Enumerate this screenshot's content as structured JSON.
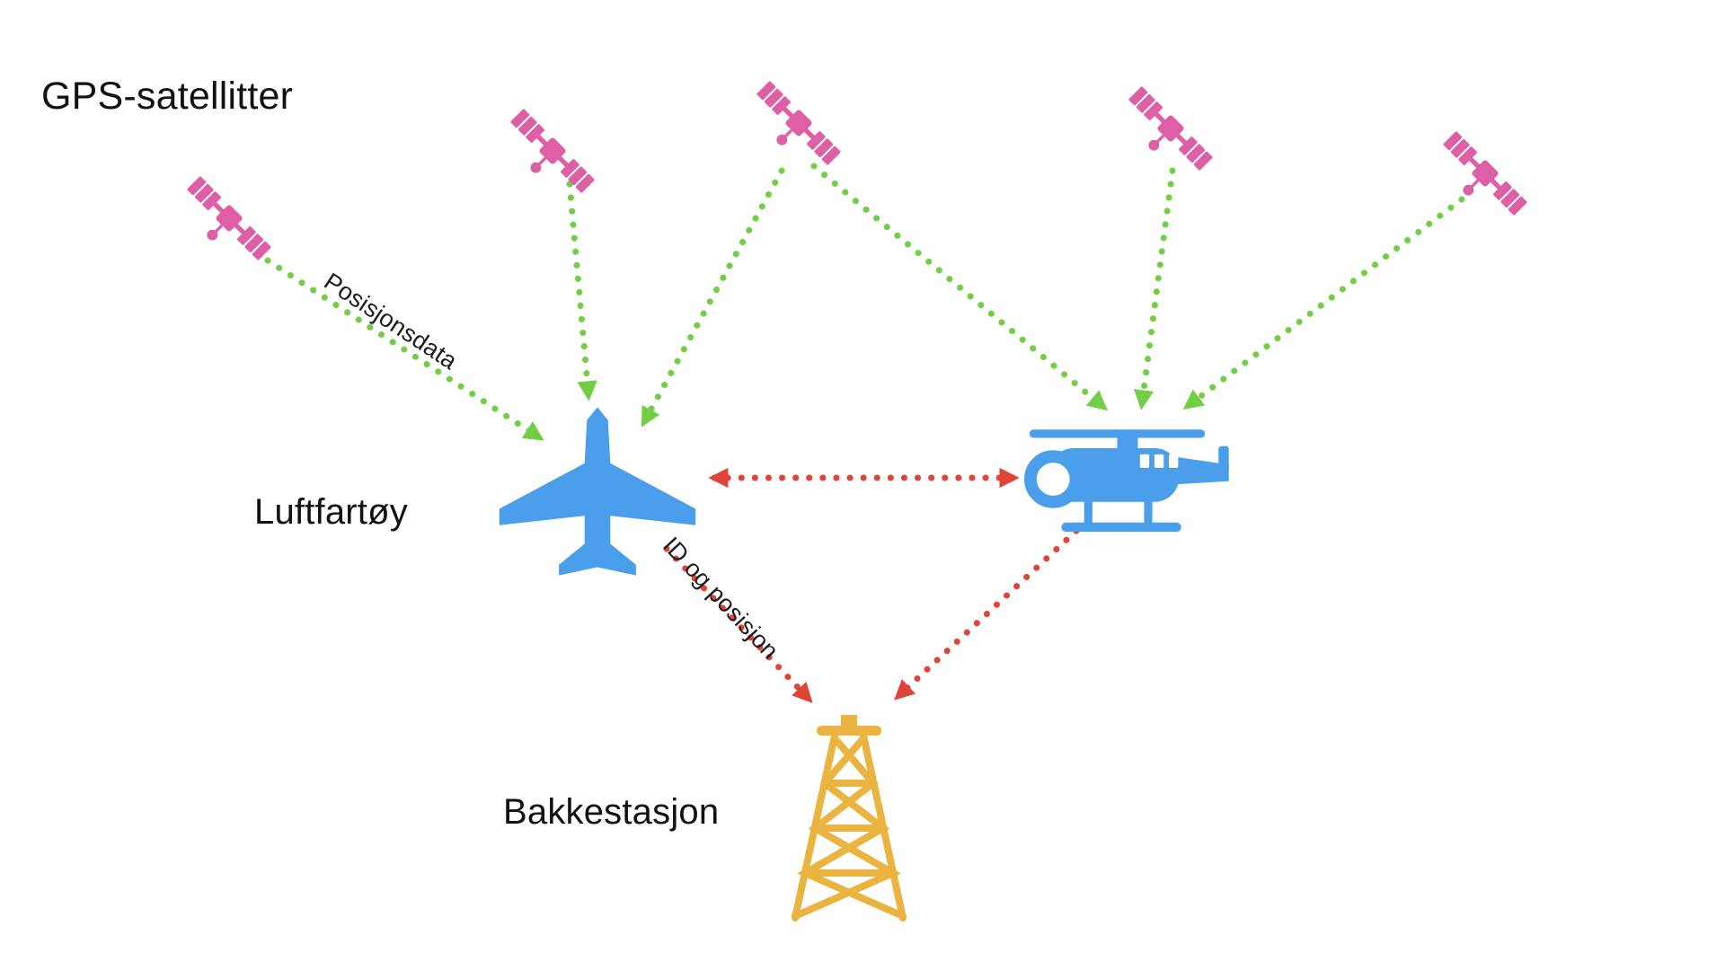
{
  "diagram": {
    "title": "GPS-satellitter",
    "labels": {
      "satellites_group": "GPS-satellitter",
      "aircraft": "Luftfartøy",
      "ground_station": "Bakkestasjon",
      "gps_signal": "Posisjonsdata",
      "adsb_signal": "ID og posisjon"
    },
    "colors": {
      "satellite": "#DE5FA6",
      "aircraft": "#4B9EEA",
      "helicopter": "#4B9EEA",
      "ground_station": "#EBB440",
      "gps_signal_arrow": "#72CE45",
      "transmission_arrow": "#DF4437",
      "text": "#111111",
      "background": "#FFFFFF"
    },
    "nodes": [
      {
        "id": "satellite-1",
        "type": "gps-satellite"
      },
      {
        "id": "satellite-2",
        "type": "gps-satellite"
      },
      {
        "id": "satellite-3",
        "type": "gps-satellite"
      },
      {
        "id": "satellite-4",
        "type": "gps-satellite"
      },
      {
        "id": "satellite-5",
        "type": "gps-satellite"
      },
      {
        "id": "aircraft",
        "type": "airplane",
        "label": "Luftfartøy"
      },
      {
        "id": "helicopter",
        "type": "helicopter"
      },
      {
        "id": "ground-station",
        "type": "radio-tower",
        "label": "Bakkestasjon"
      }
    ],
    "edges": [
      {
        "from": "satellite-1",
        "to": "aircraft",
        "type": "gps-signal",
        "label": "Posisjonsdata"
      },
      {
        "from": "satellite-2",
        "to": "aircraft",
        "type": "gps-signal"
      },
      {
        "from": "satellite-3",
        "to": "aircraft",
        "type": "gps-signal"
      },
      {
        "from": "satellite-3",
        "to": "helicopter",
        "type": "gps-signal"
      },
      {
        "from": "satellite-4",
        "to": "helicopter",
        "type": "gps-signal"
      },
      {
        "from": "satellite-5",
        "to": "helicopter",
        "type": "gps-signal"
      },
      {
        "from": "aircraft",
        "to": "helicopter",
        "type": "transmission",
        "bidirectional": true
      },
      {
        "from": "aircraft",
        "to": "ground-station",
        "type": "transmission",
        "label": "ID og posisjon"
      },
      {
        "from": "helicopter",
        "to": "ground-station",
        "type": "transmission"
      }
    ]
  }
}
